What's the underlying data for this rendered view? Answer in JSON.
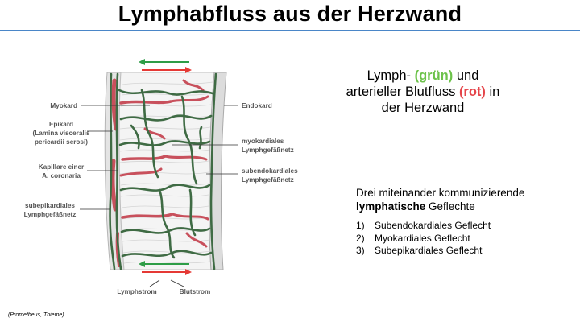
{
  "slide": {
    "title": "Lymphabfluss aus der Herzwand"
  },
  "diagram": {
    "labels": {
      "myokard": "Myokard",
      "epikard_1": "Epikard",
      "epikard_2": "(Lamina visceralis",
      "epikard_3": "pericardii serosi)",
      "kapillare_1": "Kapillare einer",
      "kapillare_2": "A. coronaria",
      "subepi_1": "subepikardiales",
      "subepi_2": "Lymphgefäßnetz",
      "endokard": "Endokard",
      "myo_lymph_1": "myokardiales",
      "myo_lymph_2": "Lymphgefäßnetz",
      "subendo_1": "subendokardiales",
      "subendo_2": "Lymphgefäßnetz",
      "lymphstrom": "Lymphstrom",
      "blutstrom": "Blutstrom"
    },
    "colors": {
      "lymph": "#3f6b44",
      "blood": "#c8505c",
      "arrow_green": "#2e9d47",
      "arrow_red": "#e53935",
      "label": "#555555"
    }
  },
  "caption": {
    "line1_prefix": "Lymph- ",
    "line1_green": "(grün)",
    "line1_suffix": " und",
    "line2_prefix": "arterieller Blutfluss ",
    "line2_red": "(rot)",
    "line2_suffix": " in",
    "line3": "der Herzwand"
  },
  "plexus": {
    "heading_line1": "Drei miteinander kommunizierende",
    "heading_bold": "lymphatische",
    "heading_rest": " Geflechte",
    "items": [
      {
        "num": "1)",
        "label": "Subendokardiales Geflecht"
      },
      {
        "num": "2)",
        "label": "Myokardiales Geflecht"
      },
      {
        "num": "3)",
        "label": "Subepikardiales Geflecht"
      }
    ]
  },
  "source": "(Prometheus, Thieme)"
}
